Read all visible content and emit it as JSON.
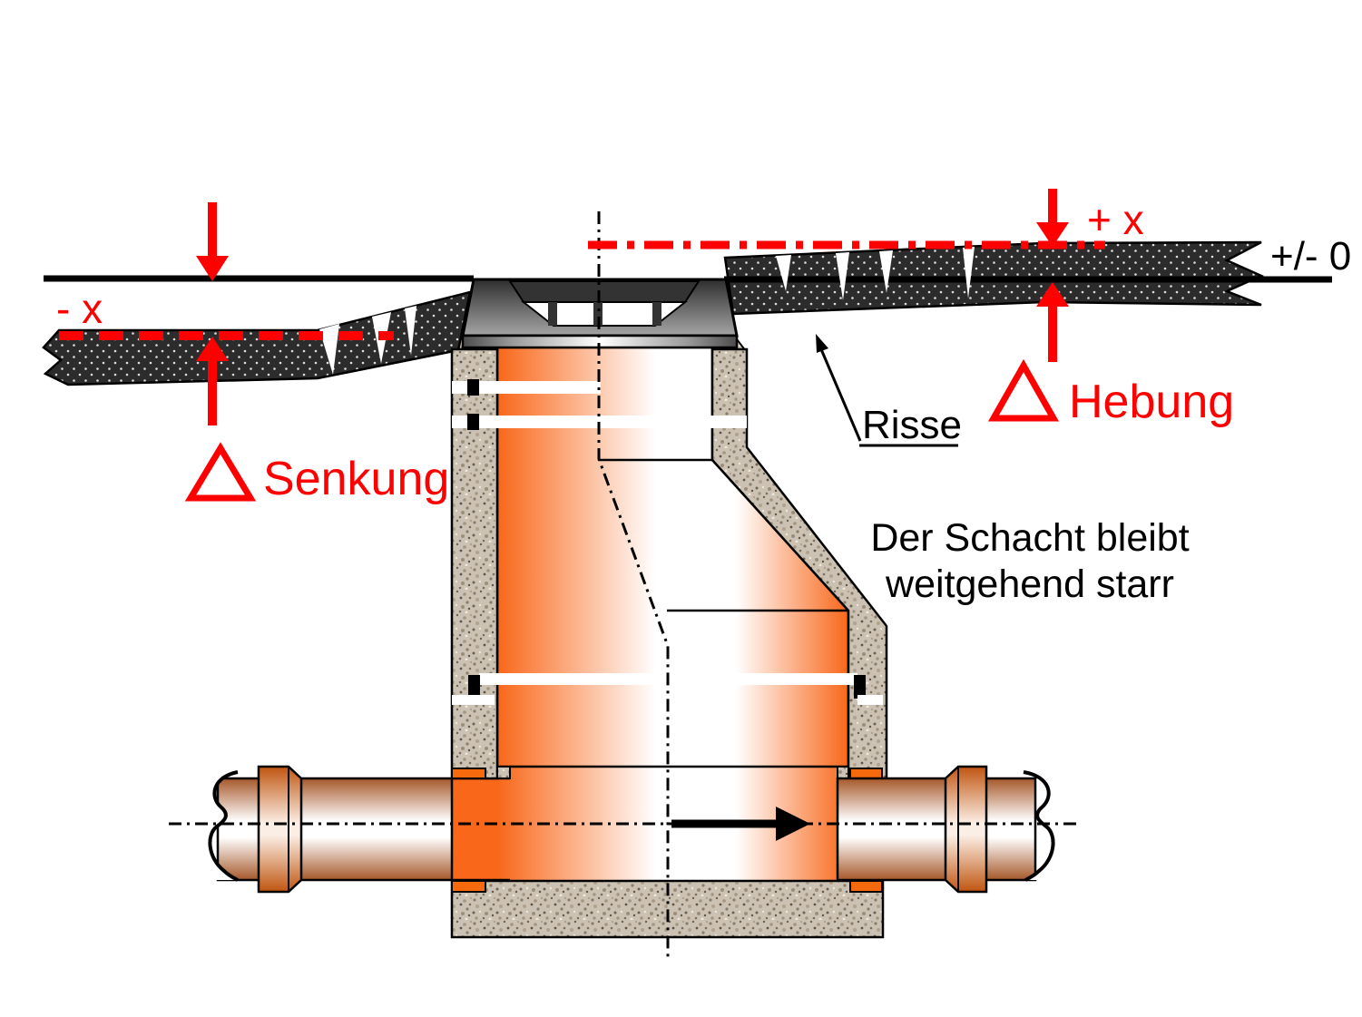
{
  "diagram": {
    "type": "technical-illustration",
    "subject": "manhole-shaft-settlement-heave-cross-section",
    "labels": {
      "minus_x": "- x",
      "senkung": "Senkung",
      "plus_x": "+ x",
      "zero_reference": "+/- 0",
      "hebung": "Hebung",
      "risse": "Risse",
      "note_line1": "Der Schacht bleibt",
      "note_line2": "weitgehend starr"
    },
    "colors": {
      "annotation_red": "#ff0000",
      "asphalt_dark": "#2c2c2c",
      "asphalt_dot": "#dcdcdc",
      "concrete_beige": "#ccc2b3",
      "shaft_orange": "#f8671a",
      "seal_orange": "#f7690d",
      "pipe_brown": "#a6582a",
      "sleeve_orange": "#c05510",
      "outline_black": "#000000"
    },
    "symbols": {
      "settlement_delta_icon": "triangle-outline",
      "down_arrow_icon": "arrow-down",
      "up_arrow_icon": "arrow-up",
      "flow_arrow_icon": "arrow-right",
      "crack_leader_icon": "leader-arrow"
    }
  }
}
